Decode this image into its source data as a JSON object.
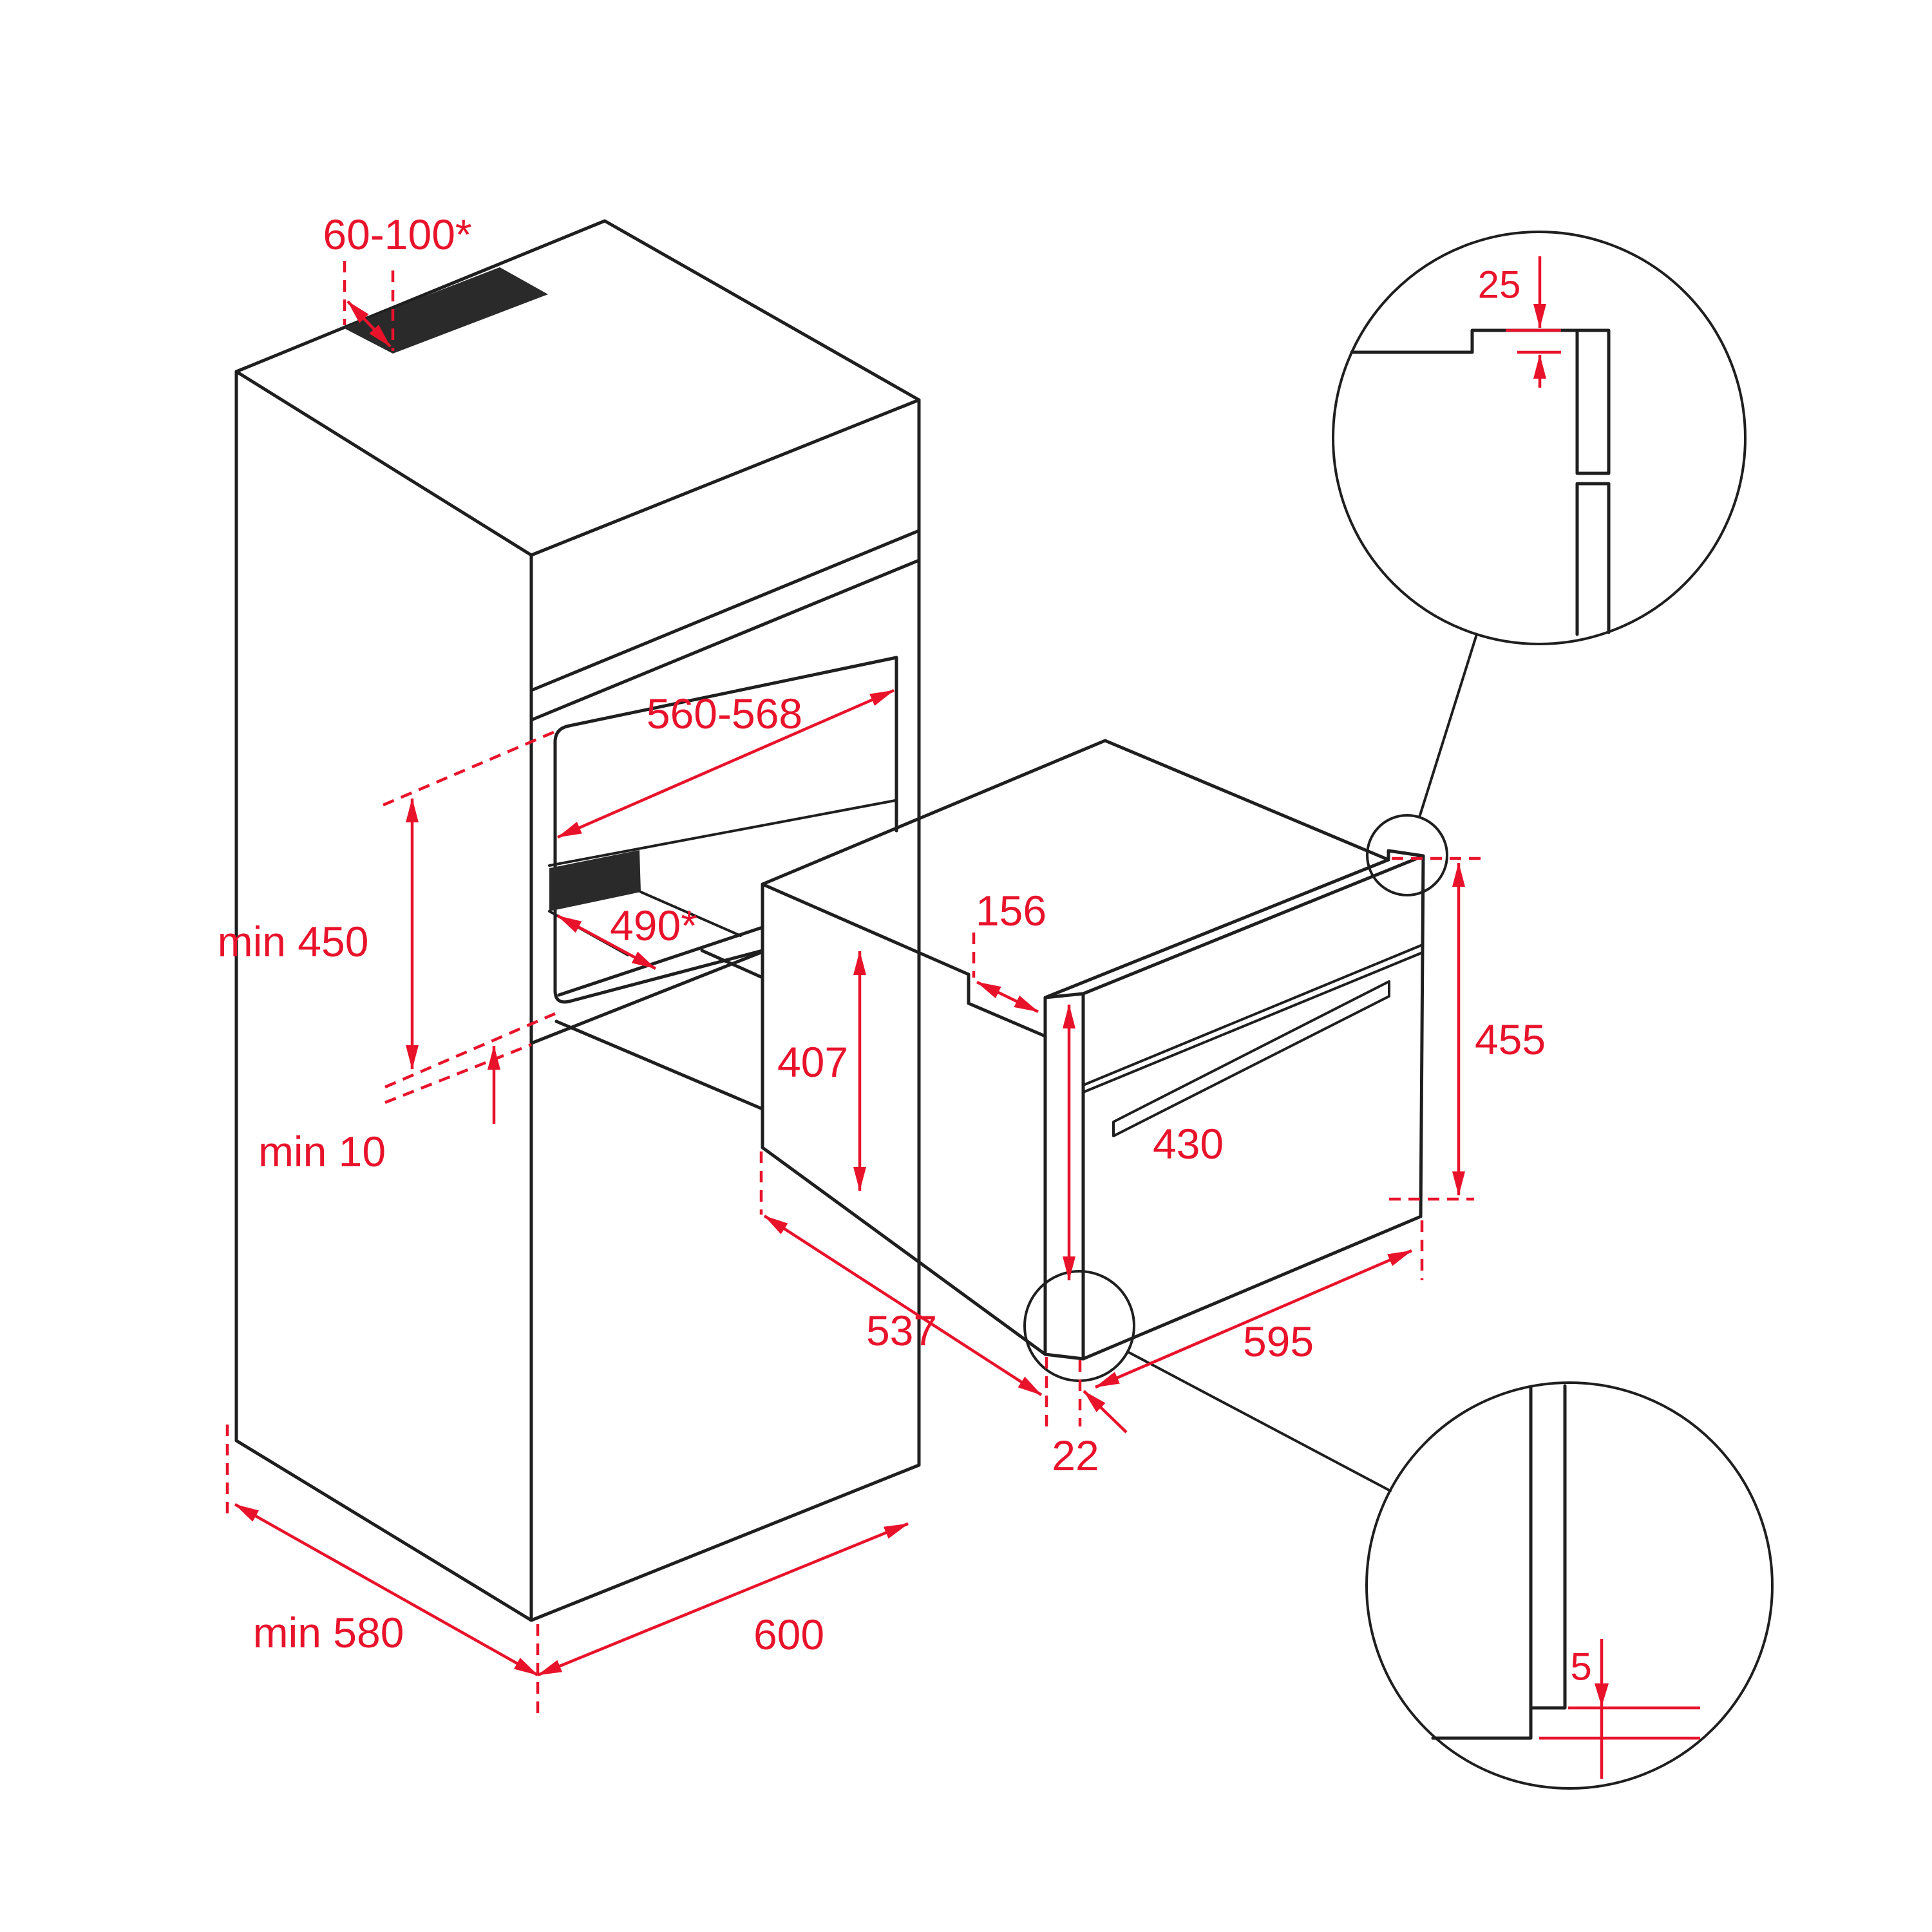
{
  "title": "Built-in compact oven installation diagram",
  "accent_color": "#e8132b",
  "line_color": "#1f1f1f",
  "labels": {
    "vent_gap": "60-100*",
    "niche_width": "560-568",
    "niche_height": "min 450",
    "niche_depth": "490*",
    "bottom_clearance": "min 10",
    "body_height": "407",
    "inner_height": "430",
    "top_recess": "156",
    "front_height": "455",
    "body_depth": "537",
    "front_width": "595",
    "frame_overhang": "22",
    "cabinet_depth": "min 580",
    "cabinet_width": "600",
    "detail_top_overlap": "25",
    "detail_bottom_gap": "5"
  }
}
